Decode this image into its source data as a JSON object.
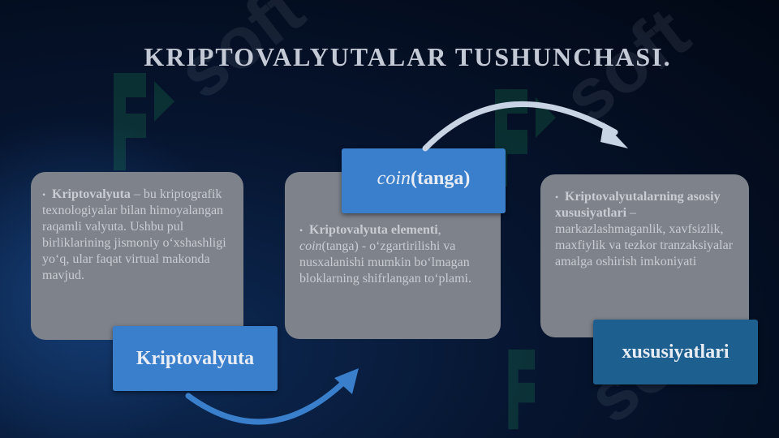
{
  "slide": {
    "title": "KRIPTOVALYUTALAR TUSHUNCHASI.",
    "watermark_text": "soft",
    "colors": {
      "background": "#06142e",
      "card": "#7d828b",
      "label_blue": "#3a7fcc",
      "label_dark": "#1d5f8f",
      "arrow": "#c8d4e4",
      "watermark": "#1f9a57"
    },
    "cards": [
      {
        "bullet": "•",
        "bold": "Kriptovalyuta",
        "rest": " – bu kriptografik texnologiyalar bilan himoyalangan raqamli valyuta. Ushbu pul birliklarining jismoniy o‘xshashligi yo‘q, ular faqat virtual makonda mavjud."
      },
      {
        "bullet": "•",
        "bold": "Kriptovalyuta elementi",
        "after_bold": ", ",
        "italic": "coin",
        "rest": "(tanga) - o‘zgartirilishi va nusxalanishi mumkin bo‘lmagan bloklarning shifrlangan to‘plami."
      },
      {
        "bullet": "•",
        "bold": "Kriptovalyutalarning asosiy xususiyatlari",
        "rest": " – markazlashmaganlik, xavfsizlik, maxfiylik va tezkor tranzaksiyalar amalga oshirish imkoniyati"
      }
    ],
    "labels": {
      "kriptovalyuta": "Kriptovalyuta",
      "coin_italic": "coin",
      "coin_rest": "(tanga)",
      "xususiyatlari": "xususiyatlari"
    }
  }
}
